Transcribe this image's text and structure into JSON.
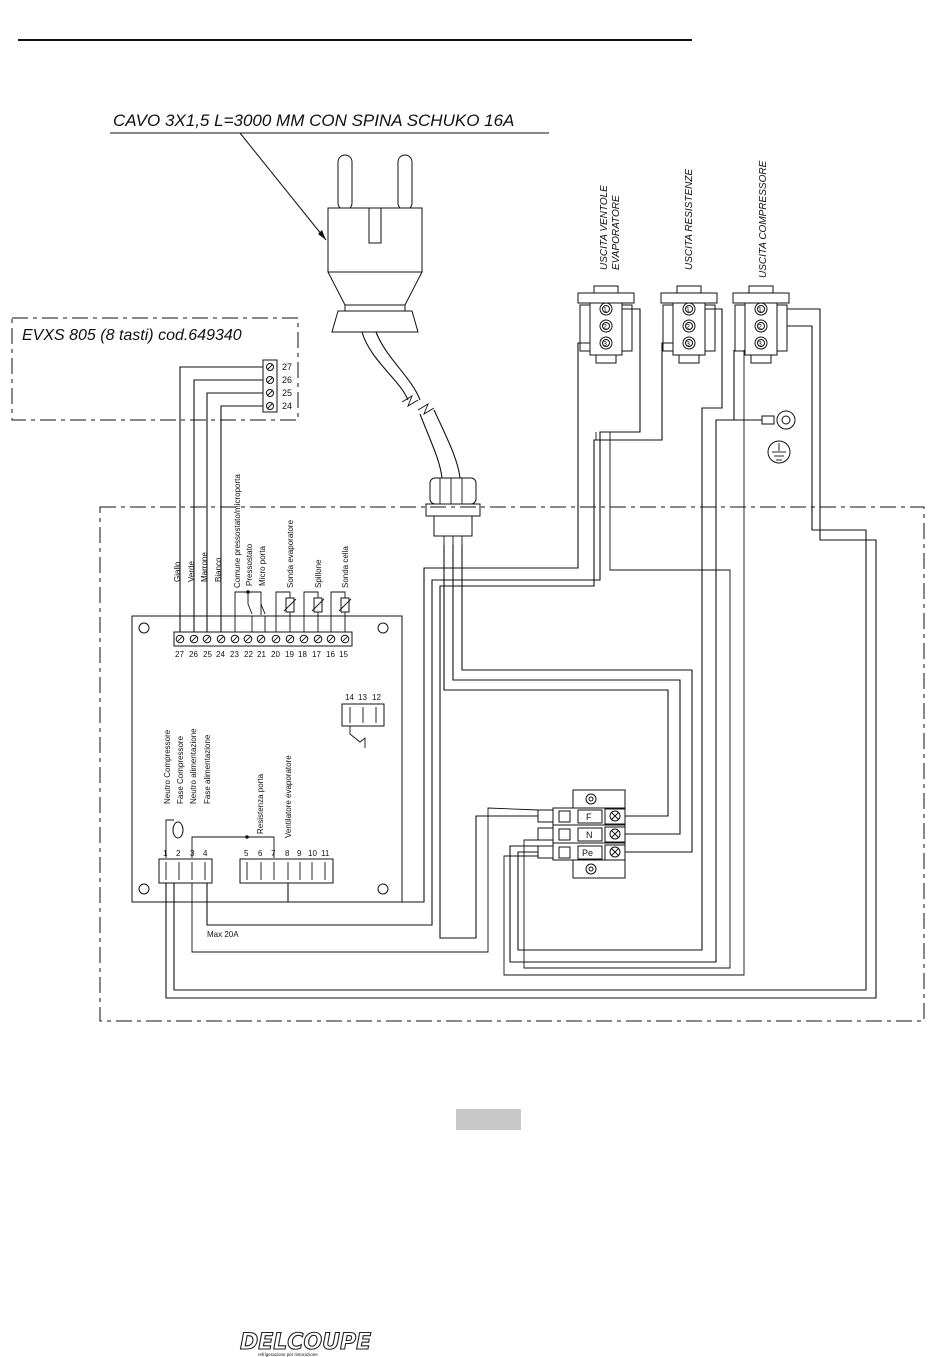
{
  "cable_label": "CAVO 3X1,5 L=3000 MM CON SPINA SCHUKO 16A",
  "controller_label": "EVXS 805 (8 tasti) cod.649340",
  "outputs": {
    "ventole_line1": "USCITA VENTOLE",
    "ventole_line2": "EVAPORATORE",
    "resistenze": "USCITA RESISTENZE",
    "compressore": "USCITA COMPRESSORE"
  },
  "connector_numbers": [
    "1",
    "2",
    "3"
  ],
  "small_terminal_numbers": [
    "27",
    "26",
    "25",
    "24"
  ],
  "top_wire_labels": {
    "giallo": "Giallo",
    "verde": "Verde",
    "marrone": "Marrone",
    "bianco": "Bianco",
    "comune": "Comune pressostato/microporta",
    "pressostato": "Pressostato",
    "micro_porta": "Micro porta",
    "sonda_evap": "Sonda evaporatore",
    "spillone": "Spillone",
    "sonda_cella": "Sonda cella"
  },
  "top_terminal_numbers": [
    "27",
    "26",
    "25",
    "24",
    "23",
    "22",
    "21",
    "20",
    "19",
    "18",
    "17",
    "16",
    "15"
  ],
  "mid_terminal_numbers": [
    "14",
    "13",
    "12"
  ],
  "bottom_wire_labels": {
    "neutro_compressore": "Neutro Compressore",
    "fase_compressore": "Fase Compressore",
    "neutro_alimentazione": "Neutro alimentazione",
    "fase_alimentazione": "Fase alimentazione",
    "resistenza_porta": "Resistenza porta",
    "ventilatore_evap": "Ventilatore evaporatore"
  },
  "bottom_left_numbers": [
    "1",
    "2",
    "3",
    "4"
  ],
  "bottom_right_numbers": [
    "5",
    "6",
    "7",
    "8",
    "9",
    "10",
    "11"
  ],
  "terminal_block_labels": [
    "F",
    "N",
    "Pe"
  ],
  "max_current_label": "Max 20A",
  "brand": {
    "name": "DELCOUPE",
    "tagline": "refrigerazione per ristorazione"
  }
}
